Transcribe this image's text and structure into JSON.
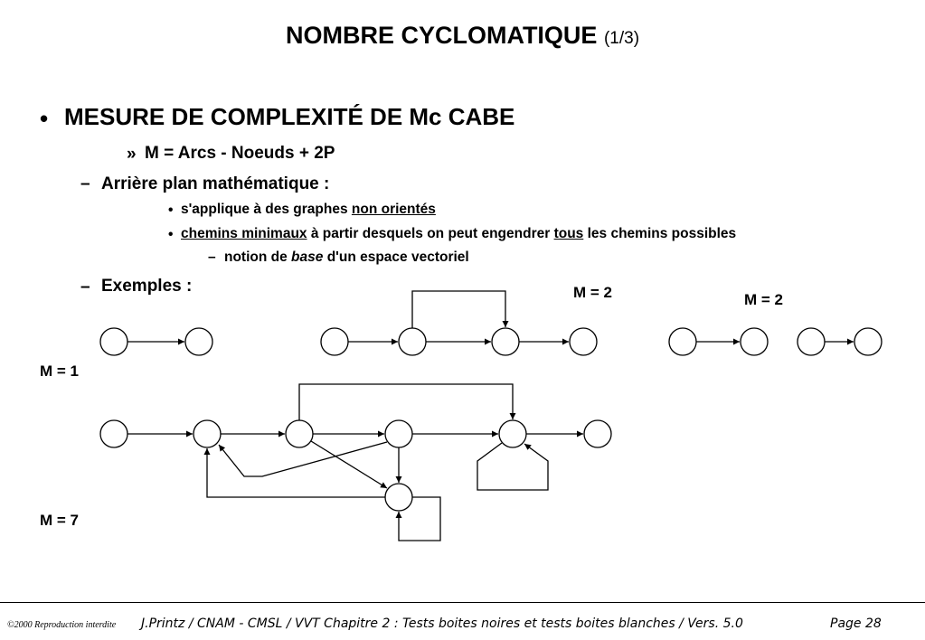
{
  "slide": {
    "title": "NOMBRE CYCLOMATIQUE",
    "title_suffix": "(1/3)"
  },
  "content": {
    "heading_bullet": "•",
    "heading": "MESURE DE COMPLEXITÉ DE Mc CABE",
    "formula_bullet": "»",
    "formula": "M = Arcs - Noeuds + 2P",
    "dash": "–",
    "background_label": "Arrière plan mathématique :",
    "small_bullet": "•",
    "point1_text": "s'applique à des graphes ",
    "point1_underlined": "non orientés",
    "point2_underlined_a": "chemins minimaux",
    "point2_text_a": " à partir desquels on peut engendrer ",
    "point2_underlined_b": "tous",
    "point2_text_b": " les chemins possibles",
    "sub_point_pre": "notion de ",
    "sub_point_italic": "base",
    "sub_point_post": " d'un espace vectoriel",
    "examples_label": "Exemples :"
  },
  "diagrams": {
    "m1_label": "M = 1",
    "m2a_label": "M = 2",
    "m2b_label": "M = 2",
    "m7_label": "M = 7"
  },
  "footer": {
    "copyright": "©2000 Reproduction interdite",
    "credit": "J.Printz / CNAM - CMSL / VVT Chapitre 2  : Tests boites noires et tests boites blanches / Vers. 5.0",
    "page": "Page 28"
  }
}
